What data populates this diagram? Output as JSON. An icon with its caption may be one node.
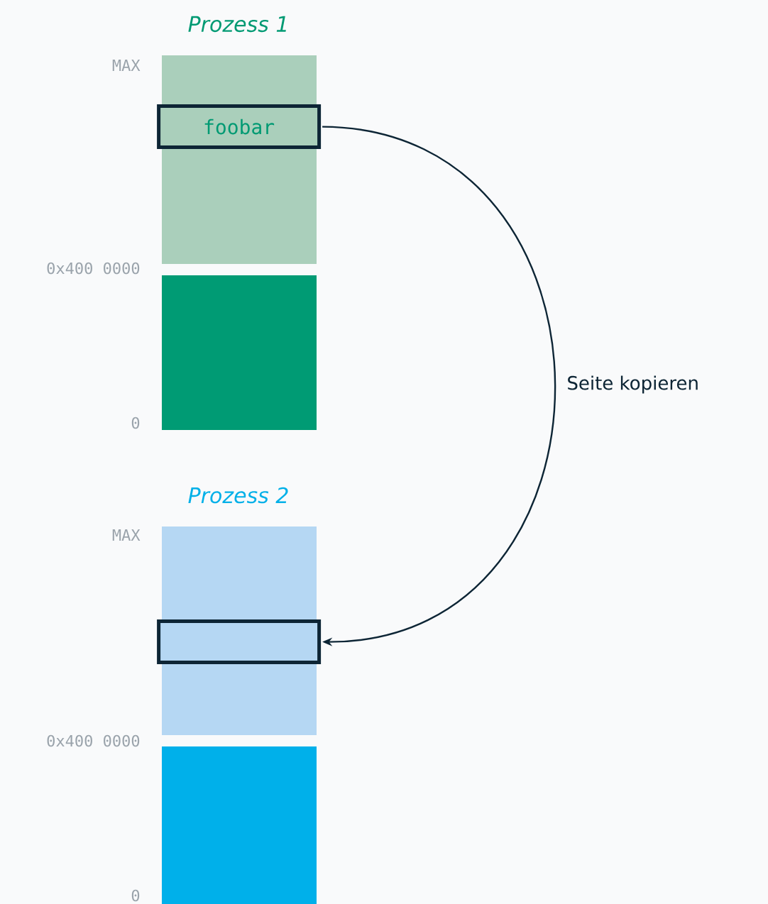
{
  "diagram": {
    "nodes": [
      {
        "text": [
          "Prozess 1"
        ]
      },
      {
        "text": [
          "foobar"
        ],
        "in": 0
      },
      {
        "text": [],
        "shape": "box"
      },
      {
        "text": [
          "Prozess 2"
        ]
      },
      {
        "text": [],
        "shape": "box",
        "in": 3
      },
      {
        "text": [],
        "shape": "box"
      }
    ],
    "edges": [
      {
        "from": 1,
        "to": 4,
        "arrow": "to",
        "label": "Seite kopieren"
      }
    ],
    "labels": [
      "MAX",
      "0x400 0000",
      "0",
      "MAX",
      "0x400 0000",
      "0"
    ]
  }
}
